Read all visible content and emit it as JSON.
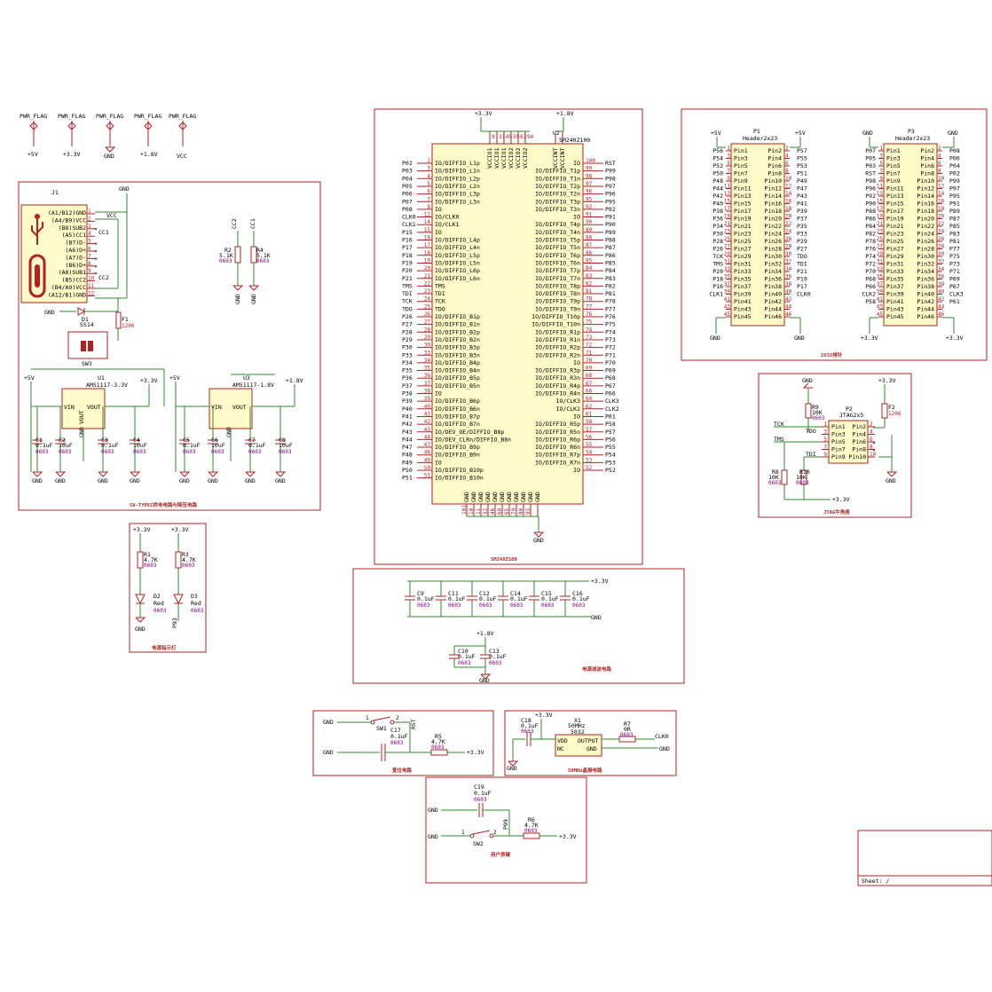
{
  "pwr_flags": [
    {
      "label": "PWR_FLAG",
      "net": "+5V"
    },
    {
      "label": "PWR_FLAG",
      "net": "+3.3V"
    },
    {
      "label": "PWR_FLAG",
      "net": "GND"
    },
    {
      "label": "PWR_FLAG",
      "net": "+1.8V"
    },
    {
      "label": "PWR_FLAG",
      "net": "VCC"
    }
  ],
  "usb": {
    "ref": "J1",
    "gnd": "GND",
    "vcc": "VCC",
    "cc1": "CC1",
    "cc2": "CC2",
    "pins": [
      "(A1/B12)GND",
      "(A4/B9)VCC",
      "(B8)SUB2",
      "(A5)CC1",
      "(B7)D-",
      "(A6)D+",
      "(A7)D-",
      "(B6)D+",
      "(A8)SUB1",
      "(B5)CC2",
      "(B4/A9)VCC",
      "(A12/B1)GND"
    ],
    "pin_nums": [
      "1",
      "2",
      "3",
      "4",
      "5",
      "6",
      "7",
      "8",
      "9",
      "10",
      "11",
      "12"
    ]
  },
  "power_section": {
    "title": "5V-TYPEC供电电路与降压电路",
    "d1_ref": "D1",
    "d1_val": "SS14",
    "f1_ref": "F1",
    "f1_val": "1206",
    "sw3_ref": "SW3",
    "u1_ref": "U1",
    "u1_val": "AMS1117-3.3V",
    "u3_ref": "U3",
    "u3_val": "AMS1117-1.8V",
    "vin": "VIN",
    "vout": "VOUT",
    "gnd": "GND",
    "caps": [
      {
        "ref": "C1",
        "val": "0.1uF",
        "pkg": "0603"
      },
      {
        "ref": "C2",
        "val": "10uF",
        "pkg": "0603"
      },
      {
        "ref": "C3",
        "val": "0.1uF",
        "pkg": "0603"
      },
      {
        "ref": "C4",
        "val": "10uF",
        "pkg": "0603"
      },
      {
        "ref": "C5",
        "val": "0.1uF",
        "pkg": "0603"
      },
      {
        "ref": "C6",
        "val": "10uF",
        "pkg": "0603"
      },
      {
        "ref": "C7",
        "val": "0.1uF",
        "pkg": "0603"
      },
      {
        "ref": "C8",
        "val": "10uF",
        "pkg": "0603"
      }
    ],
    "nets": [
      "+5V",
      "+3.3V",
      "+5V",
      "+1.8V"
    ],
    "cc_res": [
      {
        "ref": "R2",
        "val": "5.1K",
        "pkg": "0603",
        "net": "CC2"
      },
      {
        "ref": "R4",
        "val": "5.1K",
        "pkg": "0603",
        "net": "CC1"
      }
    ]
  },
  "fpga": {
    "ref": "U2",
    "part": "SM240Z100",
    "footer": "SM240Z100",
    "vccio": [
      "VCCIO1",
      "VCCIO1",
      "VCCIO1",
      "VCCIO2",
      "VCCIO2",
      "VCCIO2"
    ],
    "vccint": [
      "VCCINT",
      "VCCINT"
    ],
    "top_nets": [
      "+3.3V",
      "+1.8V"
    ],
    "left": [
      [
        "P02",
        "2",
        "IO/DIFFIO_L1p"
      ],
      [
        "P03",
        "3",
        "IO/DIFFIO_L1n"
      ],
      [
        "P04",
        "4",
        "IO/DIFFIO_L2p"
      ],
      [
        "P05",
        "5",
        "IO/DIFFIO_L2n"
      ],
      [
        "P06",
        "6",
        "IO/DIFFIO_L3p"
      ],
      [
        "P07",
        "7",
        "IO/DIFFIO_L3n"
      ],
      [
        "P08",
        "8",
        "IO"
      ],
      [
        "CLK0",
        "12",
        "IO/CLK0"
      ],
      [
        "CLK1",
        "14",
        "IO/CLK1"
      ],
      [
        "P15",
        "15",
        "IO"
      ],
      [
        "P16",
        "16",
        "IO/DIFFIO_L4p"
      ],
      [
        "P17",
        "17",
        "IO/DIFFIO_L4n"
      ],
      [
        "P18",
        "18",
        "IO/DIFFIO_L5p"
      ],
      [
        "P19",
        "19",
        "IO/DIFFIO_L5n"
      ],
      [
        "P20",
        "20",
        "IO/DIFFIO_L6p"
      ],
      [
        "P21",
        "21",
        "IO/DIFFIO_L6n"
      ],
      [
        "TMS",
        "22",
        "TMS"
      ],
      [
        "TDI",
        "23",
        "TDI"
      ],
      [
        "TCK",
        "24",
        "TCK"
      ],
      [
        "TDO",
        "25",
        "TDO"
      ],
      [
        "P26",
        "26",
        "IO/DIFFIO_B1p"
      ],
      [
        "P27",
        "27",
        "IO/DIFFIO_B1n"
      ],
      [
        "P28",
        "28",
        "IO/DIFFIO_B2p"
      ],
      [
        "P29",
        "29",
        "IO/DIFFIO_B2n"
      ],
      [
        "P30",
        "30",
        "IO/DIFFIO_B3p"
      ],
      [
        "P33",
        "33",
        "IO/DIFFIO_B3n"
      ],
      [
        "P34",
        "34",
        "IO/DIFFIO_B4p"
      ],
      [
        "P35",
        "35",
        "IO/DIFFIO_B4n"
      ],
      [
        "P36",
        "36",
        "IO/DIFFIO_B5p"
      ],
      [
        "P37",
        "37",
        "IO/DIFFIO_B5n"
      ],
      [
        "P38",
        "38",
        "IO"
      ],
      [
        "P39",
        "39",
        "IO/DIFFIO_B6p"
      ],
      [
        "P40",
        "40",
        "IO/DIFFIO_B6n"
      ],
      [
        "P41",
        "41",
        "IO/DIFFIO_B7p"
      ],
      [
        "P42",
        "42",
        "IO/DIFFIO_B7n"
      ],
      [
        "P43",
        "43",
        "IO/DEV_OE/DIFFIO_B8p"
      ],
      [
        "P44",
        "44",
        "IO/DEV_CLRn/DIFFIO_B8n"
      ],
      [
        "P47",
        "47",
        "IO/DIFFIO_B9p"
      ],
      [
        "P48",
        "48",
        "IO/DIFFIO_B9n"
      ],
      [
        "P49",
        "49",
        "IO"
      ],
      [
        "P50",
        "50",
        "IO/DIFFIO_B10p"
      ],
      [
        "P51",
        "51",
        "IO/DIFFIO_B10n"
      ]
    ],
    "right": [
      [
        "RST",
        "100",
        "IO"
      ],
      [
        "P99",
        "99",
        "IO/DIFFIO_T1p"
      ],
      [
        "P98",
        "98",
        "IO/DIFFIO_T1n"
      ],
      [
        "P97",
        "97",
        "IO/DIFFIO_T2p"
      ],
      [
        "P96",
        "96",
        "IO/DIFFIO_T2n"
      ],
      [
        "P95",
        "95",
        "IO/DIFFIO_T3p"
      ],
      [
        "P92",
        "92",
        "IO/DIFFIO_T3n"
      ],
      [
        "P91",
        "91",
        "IO"
      ],
      [
        "P90",
        "90",
        "IO/DIFFIO_T4p"
      ],
      [
        "P89",
        "89",
        "IO/DIFFIO_T4n"
      ],
      [
        "P88",
        "88",
        "IO/DIFFIO_T5p"
      ],
      [
        "P87",
        "87",
        "IO/DIFFIO_T5n"
      ],
      [
        "P86",
        "86",
        "IO/DIFFIO_T6p"
      ],
      [
        "P85",
        "85",
        "IO/DIFFIO_T6n"
      ],
      [
        "P84",
        "84",
        "IO/DIFFIO_T7p"
      ],
      [
        "P83",
        "83",
        "IO/DIFFIO_T7n"
      ],
      [
        "P82",
        "82",
        "IO/DIFFIO_T8p"
      ],
      [
        "P81",
        "81",
        "IO/DIFFIO_T8n"
      ],
      [
        "P78",
        "78",
        "IO/DIFFIO_T9p"
      ],
      [
        "P77",
        "77",
        "IO/DIFFIO_T9n"
      ],
      [
        "P76",
        "76",
        "IO/DIFFIO_T10p"
      ],
      [
        "P75",
        "75",
        "IO/DIFFIO_T10n"
      ],
      [
        "P74",
        "74",
        "IO/DIFFIO_R1p"
      ],
      [
        "P73",
        "73",
        "IO/DIFFIO_R1n"
      ],
      [
        "P72",
        "72",
        "IO/DIFFIO_R2p"
      ],
      [
        "P71",
        "71",
        "IO/DIFFIO_R2n"
      ],
      [
        "P70",
        "70",
        "IO"
      ],
      [
        "P69",
        "69",
        "IO/DIFFIO_R3p"
      ],
      [
        "P68",
        "68",
        "IO/DIFFIO_R3n"
      ],
      [
        "P67",
        "67",
        "IO/DIFFIO_R4p"
      ],
      [
        "P66",
        "66",
        "IO/DIFFIO_R4n"
      ],
      [
        "CLK3",
        "64",
        "IO/CLK3"
      ],
      [
        "CLK2",
        "62",
        "IO/CLK2"
      ],
      [
        "P61",
        "61",
        "IO"
      ],
      [
        "P58",
        "58",
        "IO/DIFFIO_R5p"
      ],
      [
        "P57",
        "57",
        "IO/DIFFIO_R5n"
      ],
      [
        "P56",
        "56",
        "IO/DIFFIO_R6p"
      ],
      [
        "P55",
        "55",
        "IO/DIFFIO_R6n"
      ],
      [
        "P54",
        "54",
        "IO/DIFFIO_R7p"
      ],
      [
        "P53",
        "53",
        "IO/DIFFIO_R7n"
      ],
      [
        "P52",
        "52",
        "IO"
      ]
    ],
    "gnd_pins": [
      "GND",
      "GND",
      "GND",
      "GND",
      "GND",
      "GND",
      "GND",
      "GND",
      "GND",
      "GND",
      "GND"
    ],
    "gnd_nums": [
      "101",
      "10",
      "11",
      "32",
      "46",
      "60",
      "65",
      "79",
      "80",
      "93"
    ],
    "gnd_net": "GND"
  },
  "headers": {
    "title": "2X32排针",
    "p1": {
      "ref": "P1",
      "val": "Header2x23",
      "top": [
        "+5V",
        "+5V"
      ],
      "bottom": [
        "GND",
        "GND"
      ],
      "left": [
        "P56",
        "P54",
        "P52",
        "P50",
        "P48",
        "P44",
        "P42",
        "P40",
        "P38",
        "P36",
        "P34",
        "P30",
        "P28",
        "P26",
        "TCK",
        "TMS",
        "P20",
        "P18",
        "P16",
        "CLK1",
        "",
        ""
      ],
      "right": [
        "P57",
        "P55",
        "P53",
        "P51",
        "P49",
        "P47",
        "P43",
        "P41",
        "P39",
        "P37",
        "P35",
        "P33",
        "P29",
        "P27",
        "TDO",
        "TDI",
        "P21",
        "P19",
        "P17",
        "CLK0",
        "",
        ""
      ]
    },
    "p3": {
      "ref": "P3",
      "val": "Header2x23",
      "top": [
        "GND",
        "GND"
      ],
      "bottom": [
        "+3.3V",
        "+3.3V"
      ],
      "left": [
        "P07",
        "P05",
        "P03",
        "RST",
        "P98",
        "P96",
        "P92",
        "P90",
        "P88",
        "P86",
        "P84",
        "P82",
        "P78",
        "P76",
        "P74",
        "P72",
        "P70",
        "P68",
        "P66",
        "CLK2",
        "P58",
        ""
      ],
      "right": [
        "P08",
        "P06",
        "P04",
        "P02",
        "P99",
        "P97",
        "P95",
        "P91",
        "P89",
        "P87",
        "P85",
        "P83",
        "P81",
        "P77",
        "P75",
        "P73",
        "P71",
        "P69",
        "P67",
        "CLK3",
        "P61",
        ""
      ]
    }
  },
  "jtag": {
    "title": "JTAG牛角座",
    "ref": "P2",
    "val": "JTAG2x5",
    "r9": {
      "ref": "R9",
      "val": "10K",
      "pkg": "0603"
    },
    "r8": {
      "ref": "R8",
      "val": "10K",
      "pkg": "0603"
    },
    "r10": {
      "ref": "R10",
      "val": "10K",
      "pkg": "0603"
    },
    "f2": {
      "ref": "F2",
      "val": "1206"
    },
    "signals": [
      "TCK",
      "TDO",
      "TMS",
      "TDI"
    ],
    "nets": [
      "GND",
      "+3.3V",
      "GND",
      "+3.3V"
    ],
    "pins_l": [
      "Pin1",
      "Pin3",
      "Pin5",
      "Pin7",
      "Pin9"
    ],
    "pins_r": [
      "Pin2",
      "Pin4",
      "Pin6",
      "Pin8",
      "Pin10"
    ]
  },
  "leds": {
    "title": "电源指示灯",
    "items": [
      {
        "r_ref": "R1",
        "r_val": "4.7K",
        "r_pkg": "0603",
        "d_ref": "D2",
        "d_val": "Red",
        "d_pkg": "0603",
        "net": "+3.3V"
      },
      {
        "r_ref": "R3",
        "r_val": "4.7K",
        "r_pkg": "0603",
        "d_ref": "D3",
        "d_val": "Red",
        "d_pkg": "0603",
        "net": "+3.3V"
      }
    ],
    "gnd": "GND",
    "p93": "P93"
  },
  "decoupling": {
    "title": "电源滤波电路",
    "row1": [
      {
        "ref": "C9",
        "val": "0.1uF",
        "pkg": "0603"
      },
      {
        "ref": "C11",
        "val": "0.1uF",
        "pkg": "0603"
      },
      {
        "ref": "C12",
        "val": "0.1uF",
        "pkg": "0603"
      },
      {
        "ref": "C14",
        "val": "0.1uF",
        "pkg": "0603"
      },
      {
        "ref": "C15",
        "val": "0.1uF",
        "pkg": "0603"
      },
      {
        "ref": "C16",
        "val": "0.1uF",
        "pkg": "0603"
      }
    ],
    "row2": [
      {
        "ref": "C10",
        "val": "0.1uF",
        "pkg": "0603"
      },
      {
        "ref": "C13",
        "val": "0.1uF",
        "pkg": "0603"
      }
    ],
    "nets": [
      "+3.3V",
      "GND",
      "+1.8V",
      "GND"
    ]
  },
  "reset": {
    "title": "复位电路",
    "sw": "SW1",
    "c_ref": "C17",
    "c_val": "0.1uF",
    "c_pkg": "0603",
    "r_ref": "R5",
    "r_val": "4.7K",
    "r_pkg": "0603",
    "rst": "RST",
    "nets": [
      "GND",
      "GND",
      "+3.3V"
    ]
  },
  "osc": {
    "title": "50MHz晶振电路",
    "c_ref": "C18",
    "c_val": "0.1uF",
    "c_pkg": "0603",
    "x_ref": "X1",
    "x_val": "50MHz",
    "x_pkg": "5032",
    "vdd": "VDD",
    "nc": "NC",
    "out": "OUTPUT",
    "gnd_pin": "GND",
    "r_ref": "R7",
    "r_val": "0R",
    "r_pkg": "0603",
    "clk": "CLK0",
    "nets": [
      "+3.3V",
      "GND",
      "GND"
    ]
  },
  "userkey": {
    "title": "用户按键",
    "c_ref": "C19",
    "c_val": "0.1uF",
    "c_pkg": "0603",
    "sw": "SW2",
    "r_ref": "R6",
    "r_val": "4.7K",
    "r_pkg": "0603",
    "net": "P99",
    "nets": [
      "GND",
      "GND",
      "+3.3V"
    ]
  },
  "sheet": {
    "label": "Sheet: /"
  }
}
